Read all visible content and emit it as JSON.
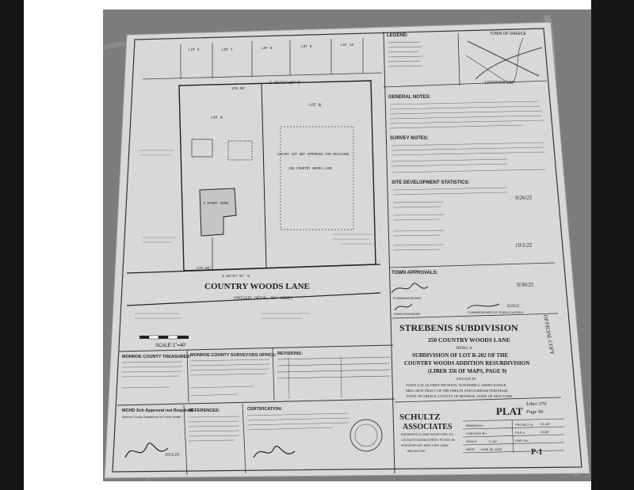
{
  "plat": {
    "title": "STREBENIS SUBDIVISION",
    "address": "250 COUNTRY WOODS LANE",
    "being_a": "BEING A",
    "subtitle_lines": [
      "SUBDIVISION OF LOT R-202 OF THE",
      "COUNTRY WOODS ADDITION RESUBDIVISION",
      "(LIBER 356 OF MAPS, PAGE 9)"
    ],
    "situate": "SITUATE IN",
    "location_lines": [
      "TOWN LOT 28, FIRST DIVISION, TOWNSHIP 2, SHORT RANGE,",
      "MILL SEAT TRACT OF THE PHELPS AND GORHAM PURCHASE,",
      "TOWN OF GREECE, COUNTY OF MONROE, STATE OF NEW YORK"
    ],
    "official_copy": "OFFICIAL COPY",
    "sheet_label": "PLAT",
    "liber_note": "Liber 370",
    "page_note": "Page 96",
    "sheet_no": "P-1",
    "date": "JUNE 26, 2025",
    "scale_text": "SCALE:",
    "scale_value": "1\"=40'"
  },
  "map": {
    "road_name": "COUNTRY WOODS LANE",
    "road_note": "(PRIVATE DRIVE, 50' WIDE)",
    "lot_a": "LOT A",
    "lot_b": "LOT B",
    "house_label": "2 STORY HOME",
    "building_note": "VACANT LOT NOT APPROVED FOR BUILDING",
    "lane_label": "250 COUNTRY WOODS LANE",
    "bearing_top": "S 89°07'25\" E",
    "bearing_bottom": "N 89°07'31\" W",
    "dist_top": "170.00'",
    "dist_bottom": "170.00'"
  },
  "panels": {
    "legend": "LEGEND:",
    "town_of_greece": "TOWN OF GREECE",
    "location_map": "LOCATION MAP",
    "general_notes": "GENERAL NOTES:",
    "survey_notes": "SURVEY NOTES:",
    "site_stats": "SITE DEVELOPMENT STATISTICS:",
    "town_approvals": "TOWN APPROVALS:",
    "approval_date_1": "9/26/25",
    "approval_date_2": "10/1/25",
    "approval_date_3": "9/30/25",
    "approval_date_4": "9/29/25",
    "planning_board": "PLANNING BOARD",
    "town_engineer": "TOWN ENGINEER",
    "commissioner": "COMMISSIONER OF PUBLIC WORKS",
    "treasurer": "MONROE COUNTY TREASURER:",
    "surveyors_office": "MONROE COUNTY SURVEYORS OFFICE:",
    "revisions": "REVISIONS:",
    "health": "MCHD Sch Approval not Required",
    "health_sub": "Monroe County Department of Public Health",
    "health_date": "10/1/25",
    "references": "REFERENCES:",
    "certification": "CERTIFICATION:",
    "firm_name_1": "SCHULTZ",
    "firm_name_2": "ASSOCIATES",
    "firm_sub": "ENGINEERS & LAND SURVEYORS, P.C.",
    "firm_address": "129 SOUTH UNION STREET, PO BOX 89",
    "firm_city": "SPENCERPORT, NEW YORK 14559",
    "firm_phone": "585-349-3750",
    "drawn_by": "DRAWN BY:",
    "checked_by": "CHECKED BY:",
    "scale_label": "SCALE:",
    "date_label": "DATE:",
    "project_no": "PROJECT #:",
    "project_value": "21-067",
    "file_no": "FILE #:",
    "file_value": "21067",
    "dwg_no": "DWG No.:"
  },
  "colors": {
    "paper": "#d6d6d6",
    "ink": "#1e1e1e",
    "background_dark": "#161616",
    "marble": "#7a7a7a"
  }
}
